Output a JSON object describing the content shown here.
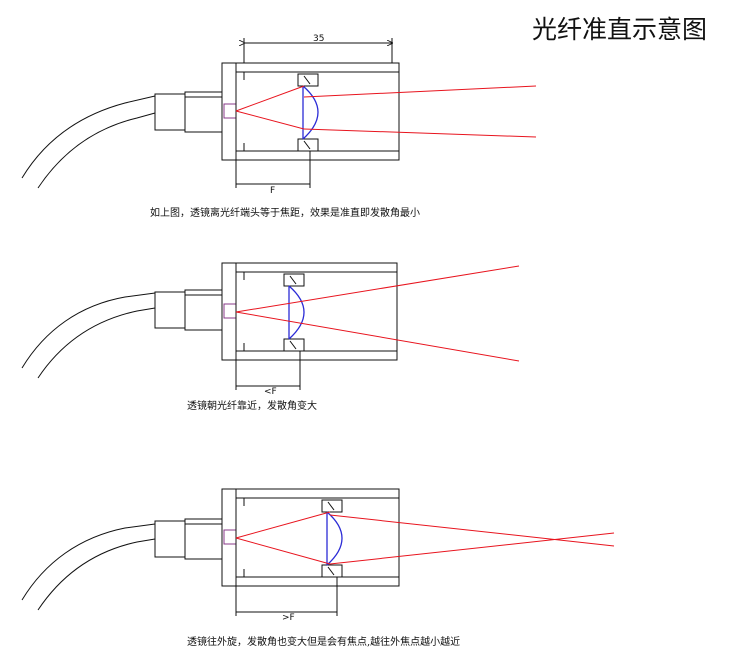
{
  "title": "光纤准直示意图",
  "captions": {
    "first": "如上图，透镜离光纤端头等于焦距，效果是准直即发散角最小",
    "second": "透镜朝光纤靠近，发散角变大",
    "third": "透镜往外旋，发散角也变大但是会有焦点,越往外焦点越小越近"
  },
  "dimensions": {
    "housing_length": "35",
    "focal_equal": "F",
    "focal_less": "<F",
    "focal_greater": ">F"
  },
  "colors": {
    "ray": "#e8141e",
    "lens": "#2b2bd6",
    "outline": "#111111"
  }
}
